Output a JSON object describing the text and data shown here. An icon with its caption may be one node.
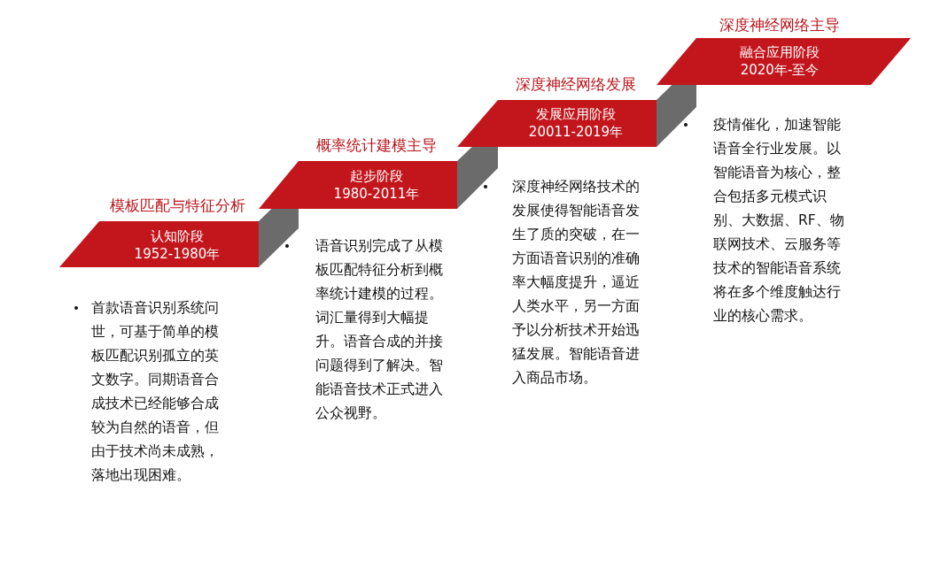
{
  "diagram": {
    "nodes": [
      {
        "text": [
          "模板匹配与特征分析",
          "认知阶段",
          "1952-1980年"
        ],
        "beside": [
          "首款语音识别系统问世，可基于简单的模板匹配识别孤立的英文数字。同期语音合成技术已经能够合成较为自然的语音，但由于技术尚未成熟，落地出现困难。"
        ]
      },
      {
        "text": [
          "概率统计建模主导",
          "起步阶段",
          "1980-2011年"
        ],
        "beside": [
          "语音识别完成了从模板匹配特征分析到概率统计建模的过程。词汇量得到大幅提升。语音合成的并接问题得到了解决。智能语音技术正式进入公众视野。"
        ]
      },
      {
        "text": [
          "深度神经网络发展",
          "发展应用阶段",
          "20011-2019年"
        ],
        "beside": [
          "深度神经网络技术的发展使得智能语音发生了质的突破，在一方面语音识别的准确率大幅度提升，逼近人类水平，另一方面予以分析技术开始迅猛发展。智能语音进入商品市场。"
        ]
      },
      {
        "text": [
          "深度神经网络主导",
          "融合应用阶段",
          "2020年-至今"
        ],
        "beside": [
          "疫情催化，加速智能语音全行业发展。以智能语音为核心，整合包括多元模式识别、大数据、RF、物联网技术、云服务等技术的智能语音系统将在多个维度触达行业的核心需求。"
        ]
      }
    ]
  }
}
